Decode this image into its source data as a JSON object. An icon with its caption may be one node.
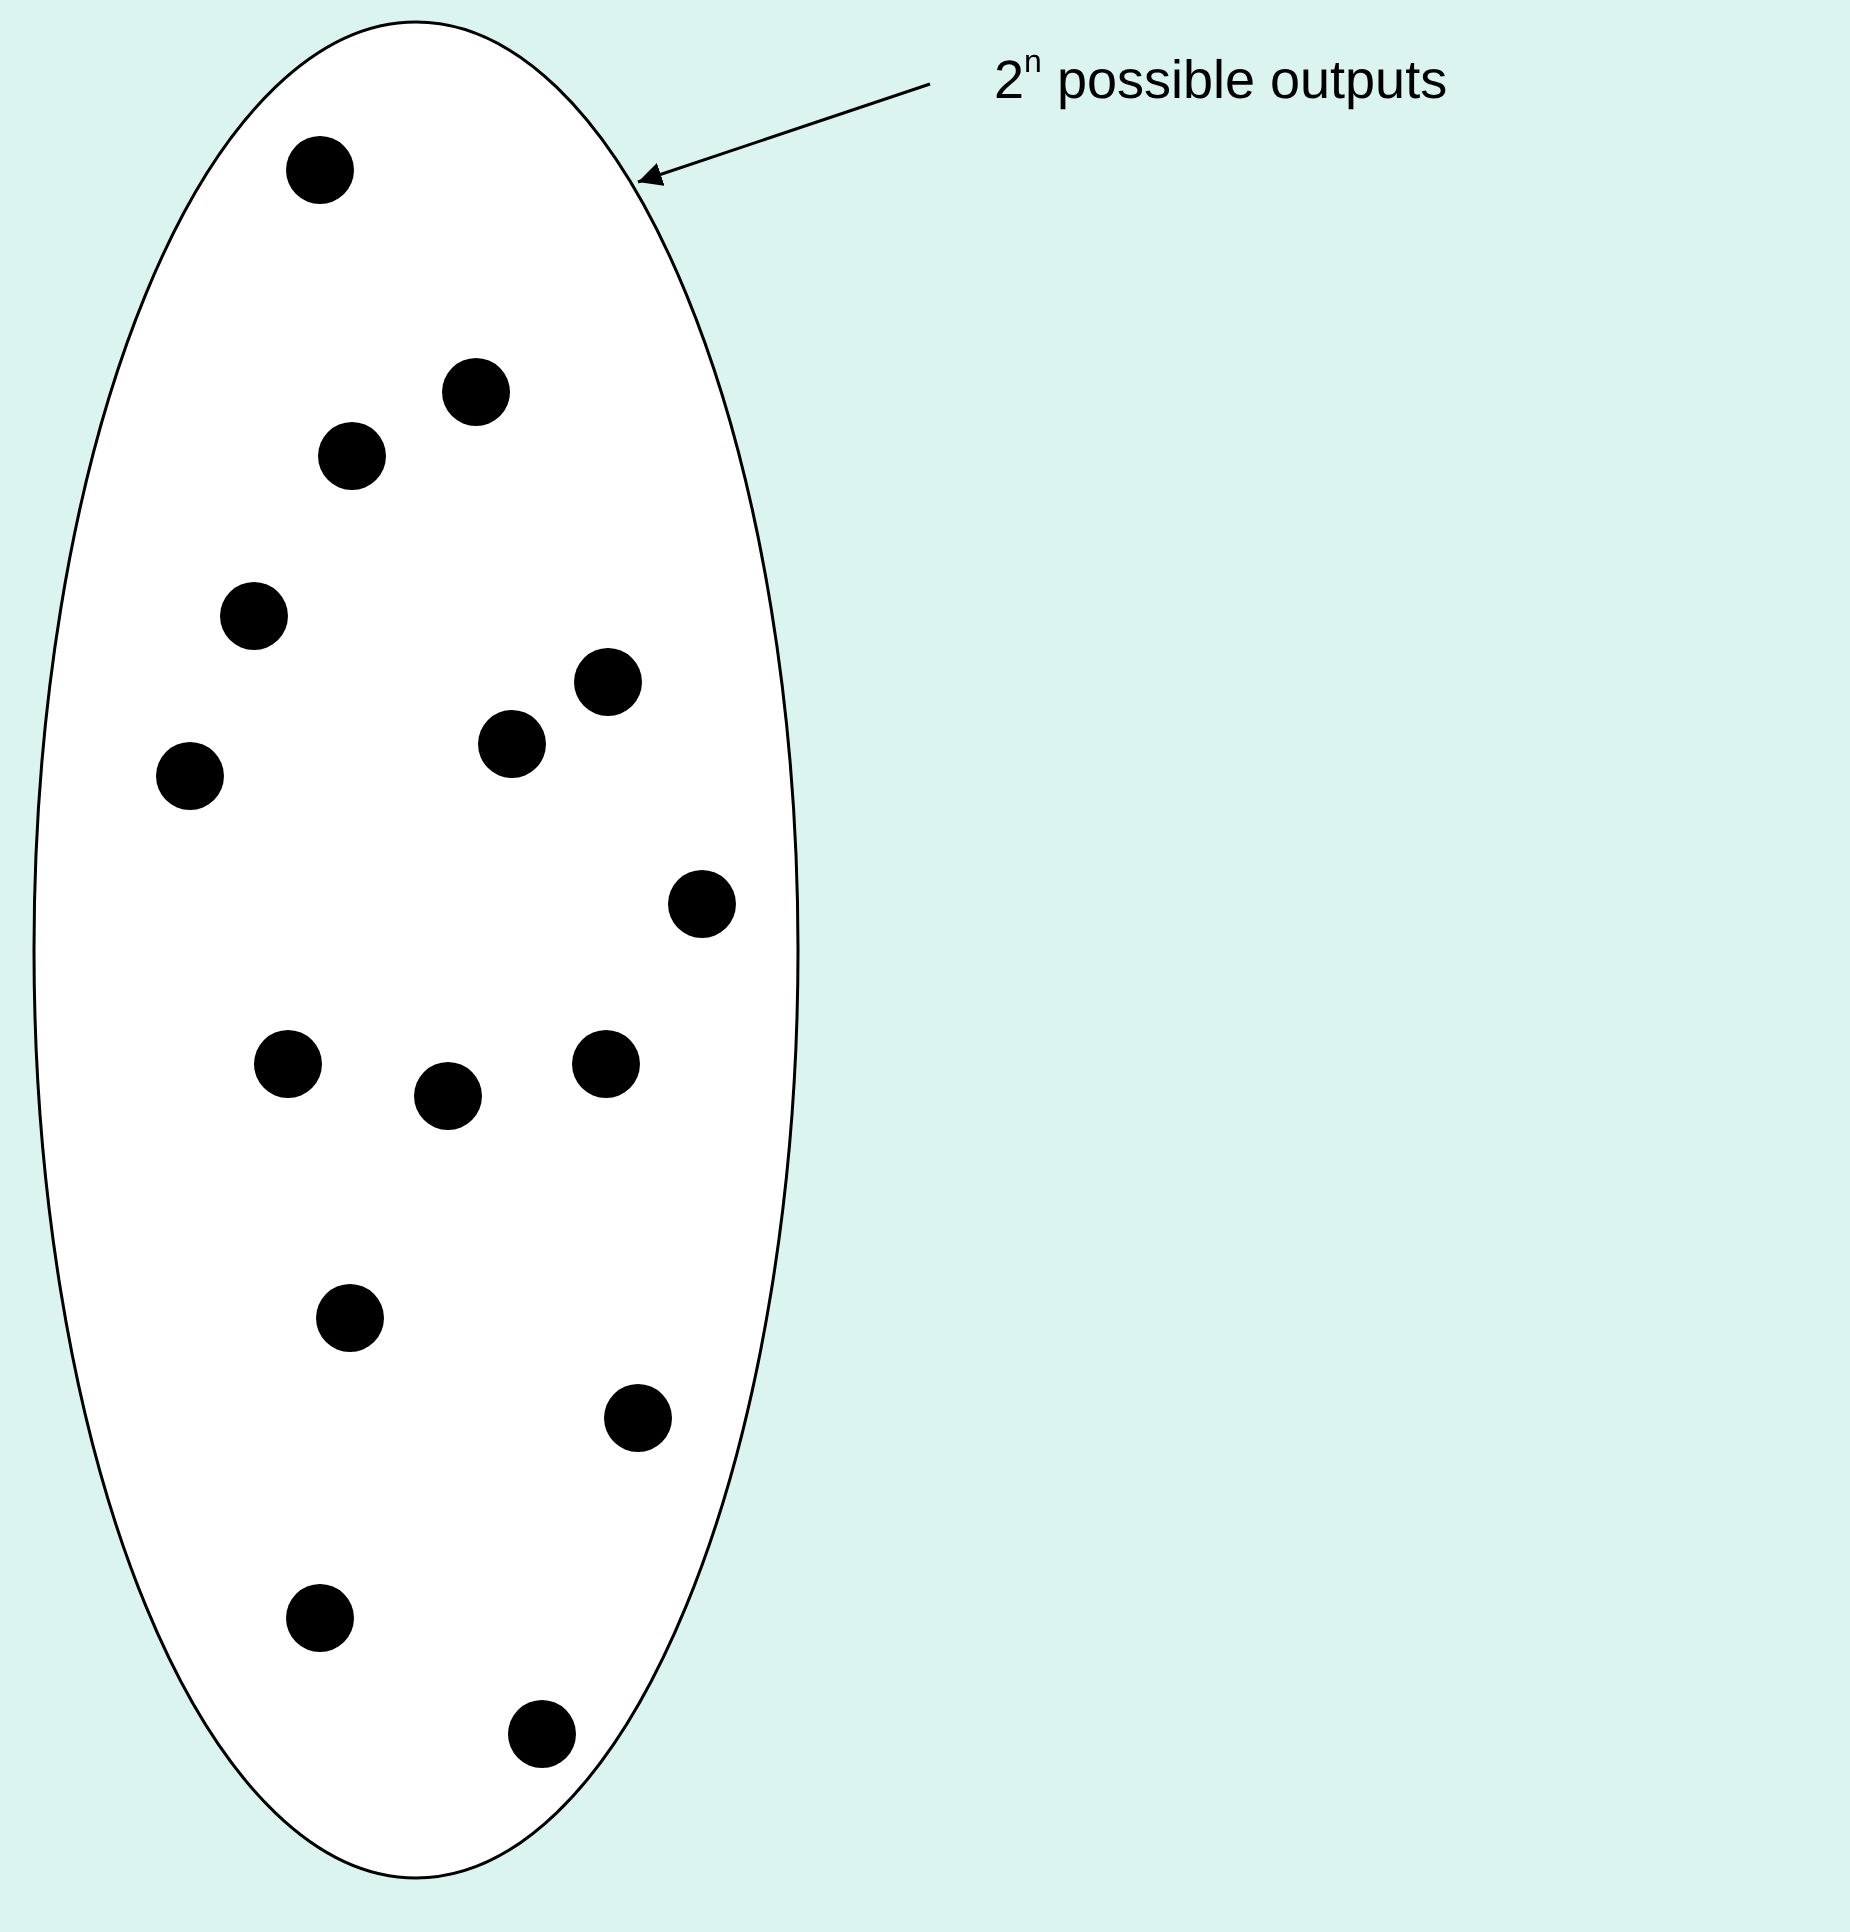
{
  "diagram": {
    "nodes": [
      {
        "text": [
          "2$^{n}$ possible outputs"
        ]
      },
      {
        "text": [],
        "shape": "ellipse"
      }
    ],
    "edges": [
      {
        "from": 0,
        "to": 1,
        "arrow": "to"
      }
    ]
  }
}
